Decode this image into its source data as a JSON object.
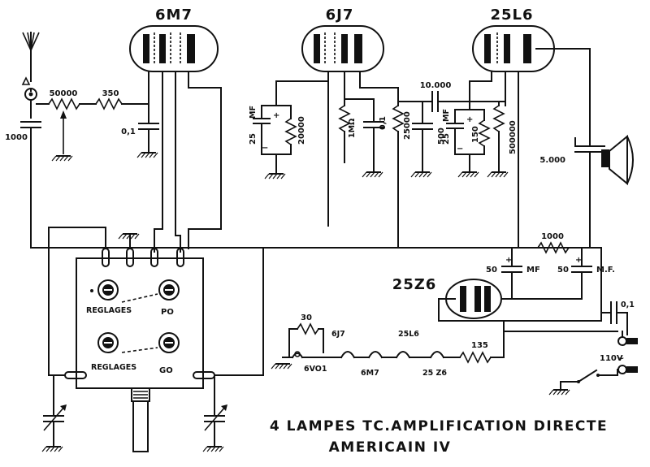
{
  "tubes": {
    "t1": "6M7",
    "t2": "6J7",
    "t3": "25L6",
    "t4": "25Z6"
  },
  "components": {
    "r_antenna": "50000",
    "r_350": "350",
    "c_1000": "1000",
    "c_01a": "0,1",
    "c_25mf": "25",
    "c_mf_a": "MF",
    "r_20000": "20000",
    "r_1mohm": "1MΩ",
    "c_01b": "0,1",
    "r_25000": "25000",
    "c_10000": "10.000",
    "c_500": "500",
    "c_25b": "25",
    "c_mf_b": "MF",
    "r_150": "150",
    "r_500000": "500000",
    "c_5000": "5.000",
    "r_1000": "1000",
    "c_50a": "50",
    "c_mf_c": "MF",
    "c_50b": "50",
    "c_mf_d": "M.F.",
    "r_30": "30",
    "r_135": "135"
  },
  "coil_block": {
    "reglages_1": "REGLAGES",
    "po": "PO",
    "reglages_2": "REGLAGES",
    "go": "GO"
  },
  "heaters": {
    "h_6j7": "6J7",
    "h_25l6": "25L6",
    "h_6vo1": "6VO1",
    "h_6m7": "6M7",
    "h_25z6": "25 Z6"
  },
  "mains": "110V",
  "symbols": {
    "plus": "+",
    "minus": "−"
  },
  "title": {
    "line1": "4 LAMPES TC.AMPLIFICATION DIRECTE",
    "line2": "AMERICAIN IV"
  }
}
